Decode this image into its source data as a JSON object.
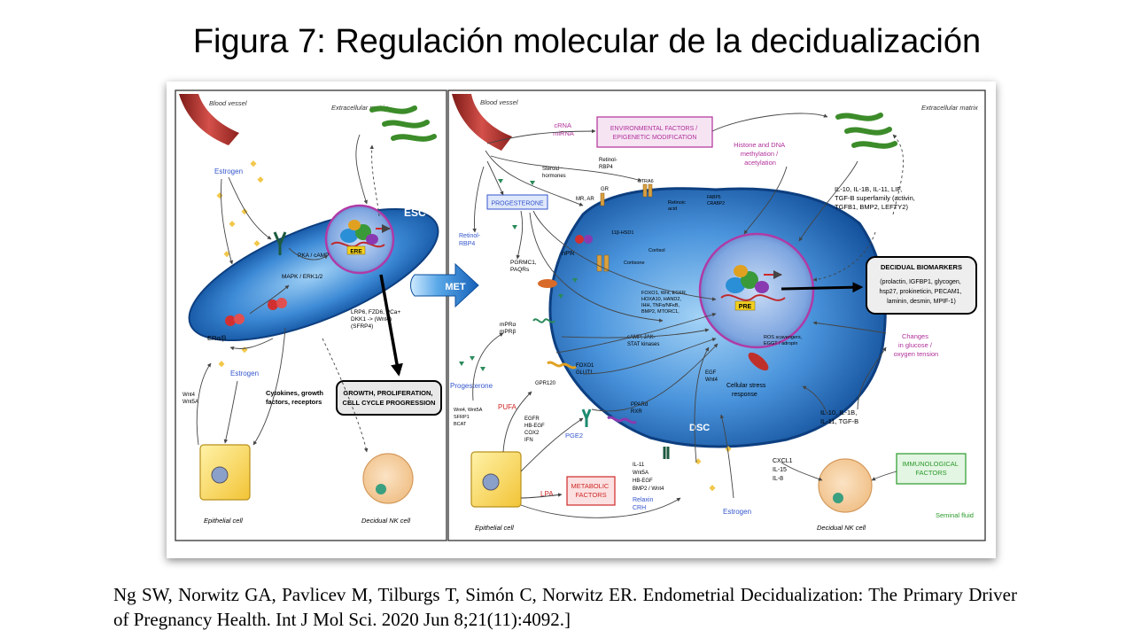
{
  "slide": {
    "title": "Figura 7: Regulación molecular de la decidualización",
    "citation": "Ng SW, Norwitz GA, Pavlicev M, Tilburgs T, Simón C, Norwitz ER. Endometrial Decidualization: The Primary Driver of Pregnancy Health. Int J Mol Sci. 2020 Jun 8;21(11):4092.]"
  },
  "figure": {
    "met_label": "MET",
    "colors": {
      "cell_blue": "#1f6fc2",
      "cell_light": "#8cc4f0",
      "vessel_red": "#b0302b",
      "ecm_green": "#3c8c2a",
      "nucleus_purple": "#b03aa6",
      "label_blue": "#3355cc",
      "label_magenta": "#b0309a",
      "label_red": "#d02828",
      "label_green": "#2a9a2a"
    },
    "esc_panel": {
      "cell_label": "ESC",
      "blood_vessel": "Blood vessel",
      "extracellular_matrix": "Extracellular matrix",
      "estrogen_top": "Estrogen",
      "estrogen_bottom": "Estrogen",
      "pka": "PKA / cAMP",
      "mapk": "MAPK / ERK1/2",
      "er": "ERα/β",
      "ere": "ERE",
      "wnt_lines": [
        "LRP6, FZD6, PCa+",
        "DKK1 -> (Wnt4)",
        "(SFRP4)"
      ],
      "wnt4_lines": [
        "Wnt4",
        "Wnt5A"
      ],
      "cytokines_lines": [
        "Cytokines, growth",
        "factors, receptors"
      ],
      "growth_box_lines": [
        "GROWTH, PROLIFERATION,",
        "CELL CYCLE PROGRESSION"
      ],
      "epithelial_cell": "Epithelial cell",
      "nk_cell": "Decidual NK cell"
    },
    "dsc_panel": {
      "cell_label": "DSC",
      "blood_vessel": "Blood vessel",
      "extracellular_matrix": "Extracellular matrix",
      "crna_lines": [
        "cRNA",
        "miRNA"
      ],
      "env_box_lines": [
        "ENVIRONMENTAL FACTORS /",
        "EPIGENETIC MODIFICATION"
      ],
      "histone_lines": [
        "Histone and DNA",
        "methylation /",
        "acetylation"
      ],
      "retinol_top_lines": [
        "Retinol-",
        "RBP4"
      ],
      "steroid_lines": [
        "Steroid",
        "hormones"
      ],
      "mr_ar": "MR, AR",
      "gr": "GR",
      "stra6": "STRA6",
      "retinoic_lines": [
        "Retinoic",
        "acid"
      ],
      "fabp5_lines": [
        "FABP5",
        "CRABP2"
      ],
      "hsd": "11β-HSD1",
      "cortisol": "Cortisol",
      "cortisone": "Cortisone",
      "npr": "nPR",
      "progesterone_box": "PROGESTERONE",
      "retinol_left_lines": [
        "Retinol-",
        "RBP4"
      ],
      "pgrmc_lines": [
        "PGRMC1,",
        "PAQRs"
      ],
      "mpr_lines": [
        "mPRα",
        "mPRβ"
      ],
      "genes_lines": [
        "FOXO1, Wnt, EGFR,",
        "HOXA10, HAND2,",
        "IHH, TNFα/NFκB,",
        "BMP2, MTORC1,"
      ],
      "camp_lines": [
        "cAMP, JAK-",
        "STAT kinases"
      ],
      "foxo_lines": [
        "FOXO1",
        "GLUT1"
      ],
      "gpr": "GPR120",
      "pufa": "PUFA",
      "progesterone_free": "Progesterone",
      "wnt_lines": [
        "Wnt4, Wnt5A",
        "SFRP1",
        "BCAT"
      ],
      "egfr_lines": [
        "EGFR",
        "HB-EGF",
        "COX2",
        "IFN"
      ],
      "pge2": "PGE2",
      "ppar_lines": [
        "PPARd",
        "RXR"
      ],
      "lpa": "LPA",
      "metabolic_lines": [
        "METABOLIC",
        "FACTORS"
      ],
      "il11_lines": [
        "IL-11",
        "Wnt5A",
        "HB-EGF",
        "BMP2 / Wnt4"
      ],
      "relaxin_lines": [
        "Relaxin",
        "CRH"
      ],
      "egf_lines": [
        "EGF",
        "Wnt4"
      ],
      "estrogen": "Estrogen",
      "pre": "PRE",
      "ros_lines": [
        "ROS scavengers,",
        "EGGT / adropin"
      ],
      "stress_lines": [
        "Cellular stress",
        "response"
      ],
      "glucose_lines": [
        "Changes",
        "in glucose /",
        "oxygen tension"
      ],
      "il10_top_lines": [
        "IL-10, IL-1B, IL-11, LIF,",
        "TGF-B superfamily (activin,",
        "TGFB1, BMP2, LEFTY2)"
      ],
      "biomarkers_title": "DECIDUAL BIOMARKERS",
      "biomarkers_lines": [
        "(prolactin, IGFBP1, glycogen,",
        "hsp27, prokineticin, PECAM1,",
        "laminin, desmin, MPIF-1)"
      ],
      "il10_bottom_lines": [
        "IL-10, IL-1B,",
        "IL-11, TGF-B"
      ],
      "cxcl_lines": [
        "CXCL1",
        "IL-15",
        "IL-8"
      ],
      "immuno_lines": [
        "IMMUNOLOGICAL",
        "FACTORS"
      ],
      "seminal": "Seminal fluid",
      "epithelial_cell": "Epithelial cell",
      "nk_cell": "Decidual NK cell"
    }
  }
}
